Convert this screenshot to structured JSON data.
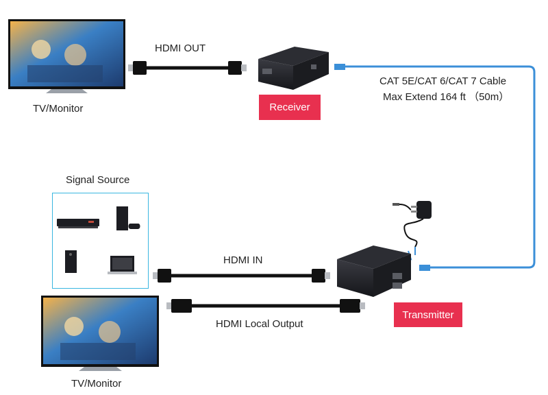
{
  "labels": {
    "tv_top": "TV/Monitor",
    "hdmi_out": "HDMI OUT",
    "receiver": "Receiver",
    "cable_line1": "CAT 5E/CAT 6/CAT 7 Cable",
    "cable_line2": "Max Extend 164 ft （50m）",
    "signal_source": "Signal Source",
    "hdmi_in": "HDMI IN",
    "transmitter": "Transmitter",
    "hdmi_local_output": "HDMI Local Output",
    "tv_bottom": "TV/Monitor"
  },
  "colors": {
    "badge": "#e8304f",
    "cable": "#3b8fd8",
    "source_frame": "#38b6e0",
    "device": "#1c1d22"
  }
}
